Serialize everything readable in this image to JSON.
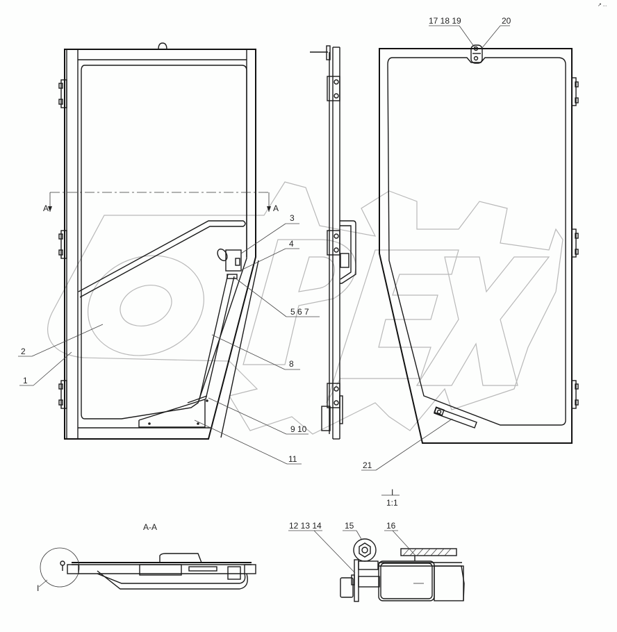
{
  "drawing": {
    "type": "technical assembly drawing — cab door",
    "watermark": "OPEX",
    "corner_mark": "↗ ...",
    "section_marker": {
      "left_label": "A",
      "right_label": "A"
    },
    "section_view_title": "A-A",
    "detail_view": {
      "title": "I",
      "scale": "1:1",
      "callout_label": "I"
    },
    "callouts": [
      {
        "id": "c1",
        "label": "1"
      },
      {
        "id": "c2",
        "label": "2"
      },
      {
        "id": "c3",
        "label": "3"
      },
      {
        "id": "c4",
        "label": "4"
      },
      {
        "id": "c567",
        "label": "5  6  7"
      },
      {
        "id": "c8",
        "label": "8"
      },
      {
        "id": "c910",
        "label": "9  10"
      },
      {
        "id": "c11",
        "label": "11"
      },
      {
        "id": "c121314",
        "label": "12 13 14"
      },
      {
        "id": "c15",
        "label": "15"
      },
      {
        "id": "c16",
        "label": "16"
      },
      {
        "id": "c171819",
        "label": "17 18 19"
      },
      {
        "id": "c20",
        "label": "20"
      },
      {
        "id": "c21",
        "label": "21"
      }
    ]
  }
}
